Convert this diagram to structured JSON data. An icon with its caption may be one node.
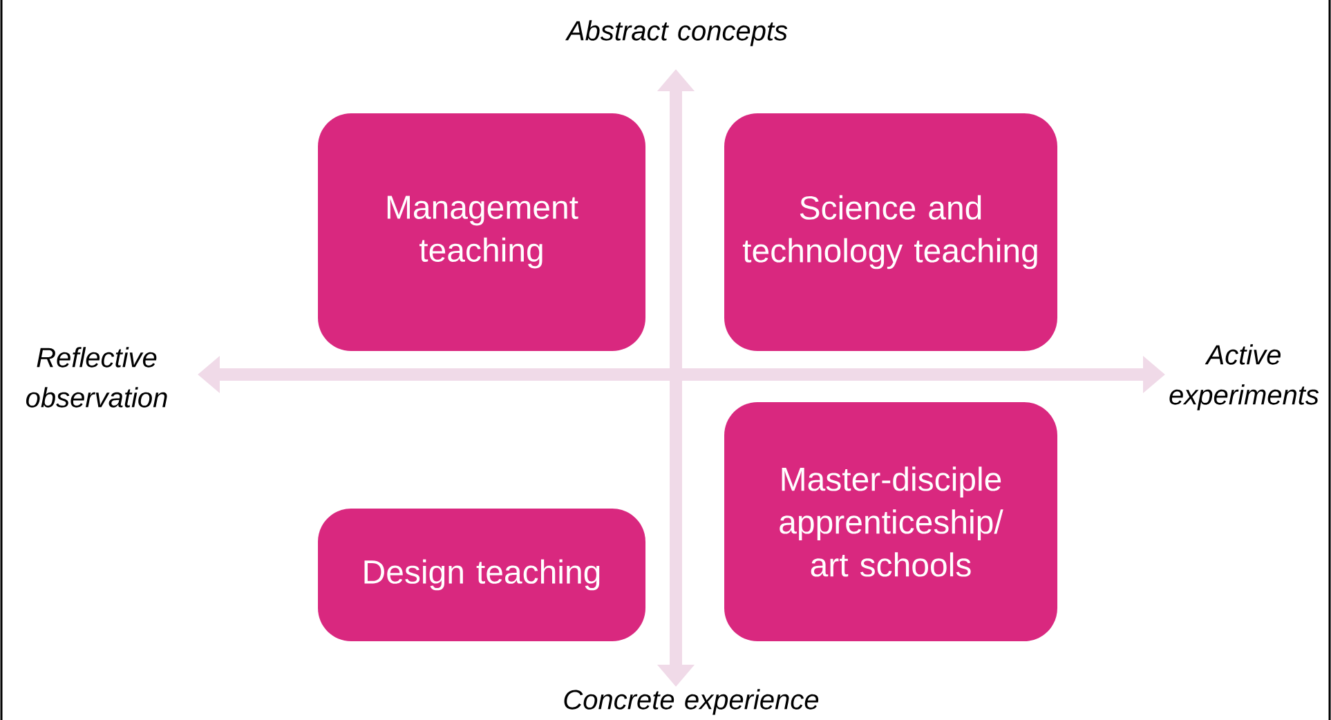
{
  "diagram": {
    "nodes": [
      {
        "text": [
          "Management teaching"
        ]
      },
      {
        "text": [
          "Science and technology teaching"
        ]
      },
      {
        "text": [
          "Design teaching"
        ]
      },
      {
        "text": [
          "Master-disciple apprenticeship/ art schools"
        ]
      }
    ],
    "edges": [],
    "labels": [
      "Abstract concepts",
      "Reflective observation",
      "Active experiments",
      "Concrete experience"
    ]
  }
}
